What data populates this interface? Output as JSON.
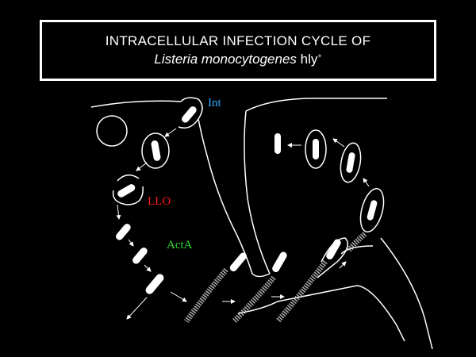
{
  "title": {
    "line1": "INTRACELLULAR INFECTION CYCLE OF",
    "species": "Listeria monocytogenes",
    "gene": "hly",
    "superscript": "+"
  },
  "labels": {
    "int": {
      "text": "Int",
      "color": "#2fa8ff"
    },
    "llo": {
      "text": "LLO",
      "color": "#ff1a1a"
    },
    "acta": {
      "text": "ActA",
      "color": "#33dd33"
    }
  }
}
